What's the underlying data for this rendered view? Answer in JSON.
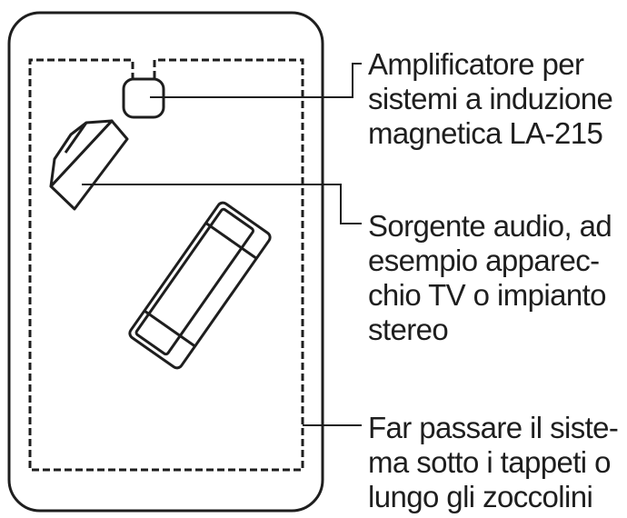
{
  "labels": {
    "amplifier": [
      "Amplificatore per",
      "sistemi a induzione",
      "magnetica LA-215"
    ],
    "audio_source": [
      "Sorgente audio, ad",
      "esempio apparec-",
      "chio TV o impianto",
      "stereo"
    ],
    "cable": [
      "Far passare il siste-",
      "ma sotto i tappeti o",
      "lungo gli zoccolini"
    ]
  },
  "colors": {
    "stroke": "#1e1e1e",
    "background": "#ffffff"
  }
}
